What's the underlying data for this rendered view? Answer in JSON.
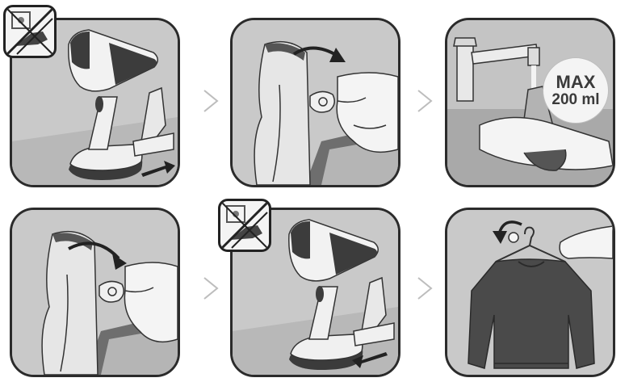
{
  "steps": [
    {
      "id": 1,
      "label": ""
    },
    {
      "id": 2,
      "label": ""
    },
    {
      "id": 3,
      "label": ""
    },
    {
      "id": 4,
      "label": ""
    },
    {
      "id": 5,
      "label": ""
    },
    {
      "id": 6,
      "label": ""
    }
  ],
  "fill_limit": {
    "line1": "MAX",
    "line2": "200 ml"
  },
  "icons": {
    "unplug_badge": "no-power-unplug-icon",
    "step_separator": "chevron-right-icon",
    "slide_direction": "arrow-icon",
    "rotate_direction": "curved-arrow-icon"
  },
  "colors": {
    "panel_bg": "#c9c9c9",
    "panel_border": "#2b2b2b",
    "arrow_separator": "#bdbdbd",
    "device_body": "#f2f2f2",
    "device_dark": "#3c3c3c"
  }
}
